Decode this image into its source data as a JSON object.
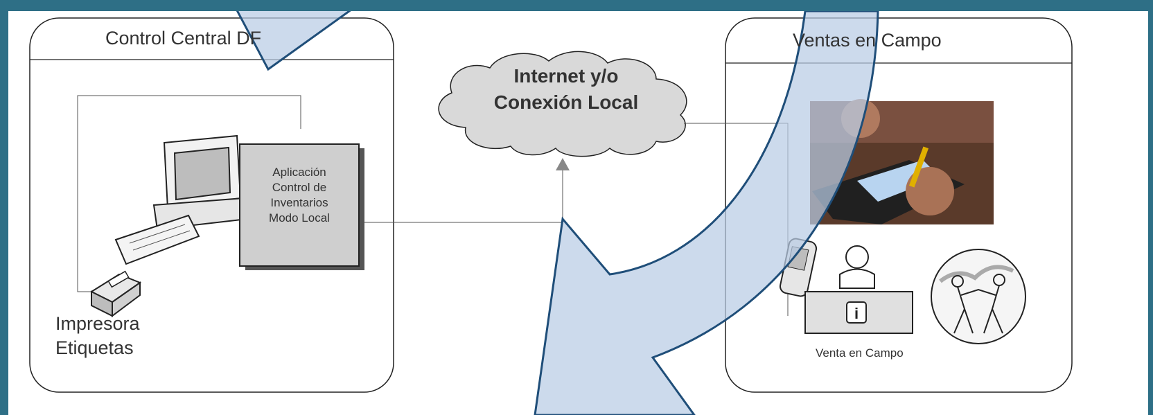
{
  "diagram": {
    "left_panel": {
      "title": "Control Central DF",
      "app_box": {
        "line1": "Aplicación",
        "line2": "Control de",
        "line3": "Inventarios",
        "line4": "Modo Local"
      },
      "printer": {
        "line1": "Impresora",
        "line2": "Etiquetas"
      }
    },
    "cloud": {
      "line1": "Internet y/o",
      "line2": "Conexión Local"
    },
    "right_panel": {
      "title": "Ventas en Campo",
      "caption": "Venta en Campo"
    }
  }
}
